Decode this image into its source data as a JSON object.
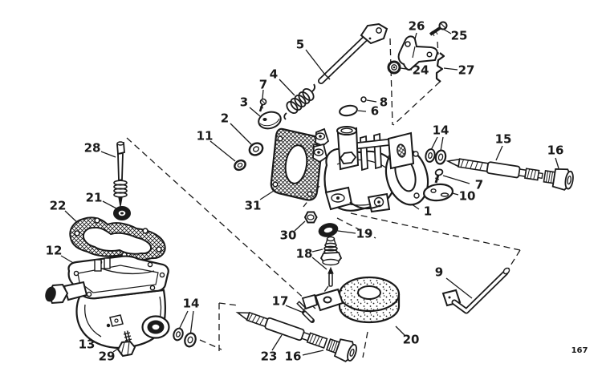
{
  "figure": {
    "type": "exploded-parts-diagram",
    "subject": "carburetor assembly",
    "page_number": "167",
    "ink_color": "#1a1a1a",
    "background_color": "#ffffff"
  },
  "callouts": [
    {
      "text": "5"
    },
    {
      "text": "26"
    },
    {
      "text": "25"
    },
    {
      "text": "24"
    },
    {
      "text": "27"
    },
    {
      "text": "4"
    },
    {
      "text": "7"
    },
    {
      "text": "3"
    },
    {
      "text": "8"
    },
    {
      "text": "6"
    },
    {
      "text": "2"
    },
    {
      "text": "11"
    },
    {
      "text": "14"
    },
    {
      "text": "15"
    },
    {
      "text": "16"
    },
    {
      "text": "28"
    },
    {
      "text": "7"
    },
    {
      "text": "10"
    },
    {
      "text": "21"
    },
    {
      "text": "1"
    },
    {
      "text": "22"
    },
    {
      "text": "31"
    },
    {
      "text": "19"
    },
    {
      "text": "30"
    },
    {
      "text": "12"
    },
    {
      "text": "18"
    },
    {
      "text": "9"
    },
    {
      "text": "17"
    },
    {
      "text": "14"
    },
    {
      "text": "20"
    },
    {
      "text": "13"
    },
    {
      "text": "23"
    },
    {
      "text": "16"
    },
    {
      "text": "29"
    }
  ]
}
